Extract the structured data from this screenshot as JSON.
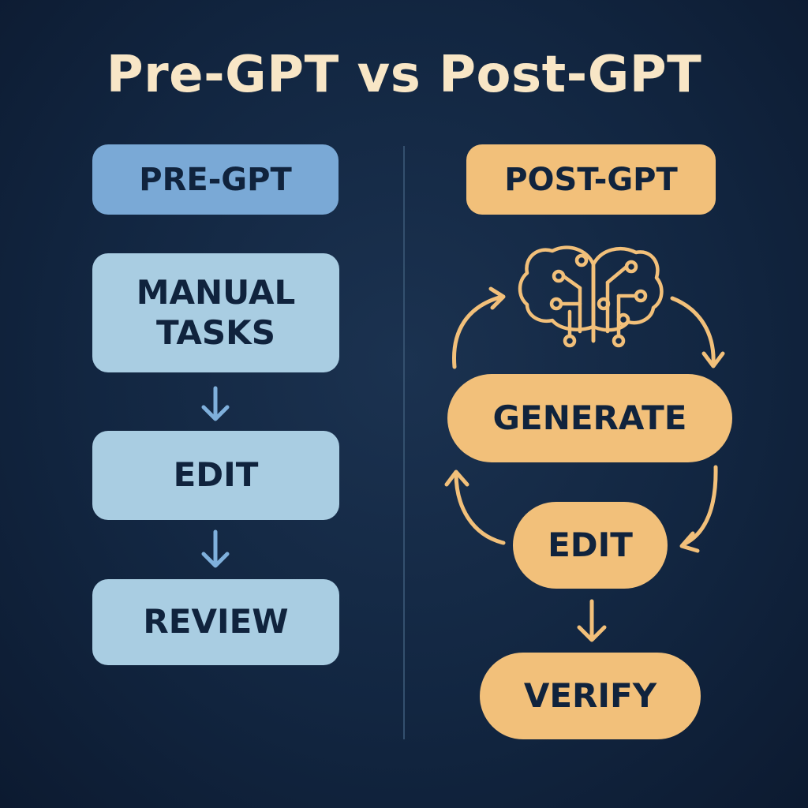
{
  "title": "Pre-GPT vs Post-GPT",
  "pre": {
    "header": "PRE-GPT",
    "steps": [
      "MANUAL\nTASKS",
      "EDIT",
      "REVIEW"
    ]
  },
  "post": {
    "header": "POST-GPT",
    "icon": "brain-circuit-icon",
    "steps": [
      "GENERATE",
      "EDIT",
      "VERIFY"
    ]
  },
  "colors": {
    "background": "#122641",
    "title": "#f8e6c6",
    "pre_header": "#7aa9d6",
    "pre_steps": "#a9cde2",
    "post_accent": "#f2c07a",
    "box_text": "#10233d"
  }
}
